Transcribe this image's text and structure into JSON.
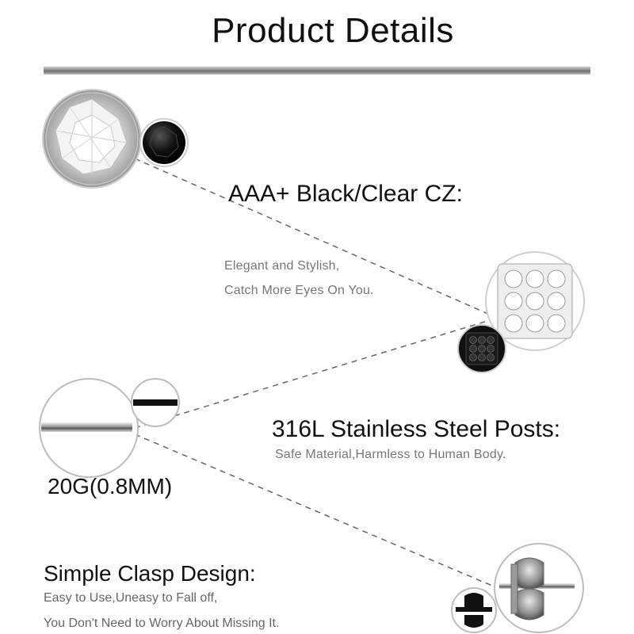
{
  "header": {
    "title": "Product Details"
  },
  "features": {
    "cz": {
      "heading": "AAA+ Black/Clear CZ:",
      "line1": "Elegant and Stylish,",
      "line2": "Catch More Eyes On You."
    },
    "steel": {
      "heading": "316L Stainless Steel Posts:",
      "line1": "Safe Material,Harmless to Human Body."
    },
    "gauge": {
      "label": "20G(0.8MM)"
    },
    "clasp": {
      "heading": "Simple Clasp Design:",
      "line1": "Easy to Use,Uneasy to Fall off,",
      "line2": "You Don't Need to Worry About Missing It."
    }
  },
  "icons": {
    "clear_cz_stone": "clear-gem-icon",
    "black_cz_stone": "black-gem-icon",
    "pave_earring": "pave-earring-icon",
    "steel_post": "steel-post-icon",
    "clasp": "butterfly-clasp-icon"
  },
  "colors": {
    "text": "#111111",
    "subtext": "#777777",
    "rule": "#8a8a8a"
  }
}
